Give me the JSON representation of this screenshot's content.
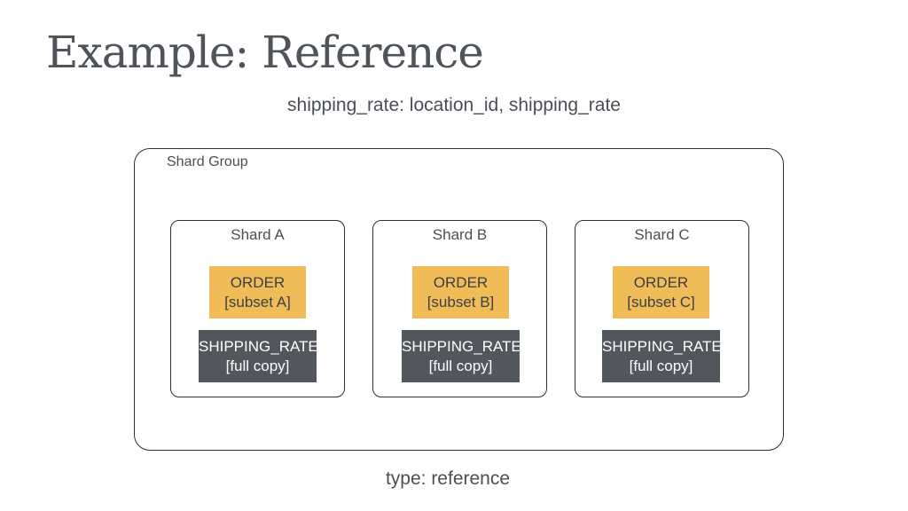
{
  "title": "Example: Reference",
  "subtitle": "shipping_rate: location_id, shipping_rate",
  "group": {
    "label": "Shard Group",
    "shards": [
      {
        "label": "Shard A",
        "order_line1": "ORDER",
        "order_line2": "[subset A]",
        "ship_line1": "SHIPPING_RATE",
        "ship_line2": "[full copy]"
      },
      {
        "label": "Shard B",
        "order_line1": "ORDER",
        "order_line2": "[subset B]",
        "ship_line1": "SHIPPING_RATE",
        "ship_line2": "[full copy]"
      },
      {
        "label": "Shard C",
        "order_line1": "ORDER",
        "order_line2": "[subset C]",
        "ship_line1": "SHIPPING_RATE",
        "ship_line2": "[full copy]"
      }
    ]
  },
  "footer": "type: reference",
  "colors": {
    "order_fill": "#f0bc57",
    "shipping_fill": "#52575d",
    "border": "#2c2f33",
    "text": "#4a4f55"
  }
}
